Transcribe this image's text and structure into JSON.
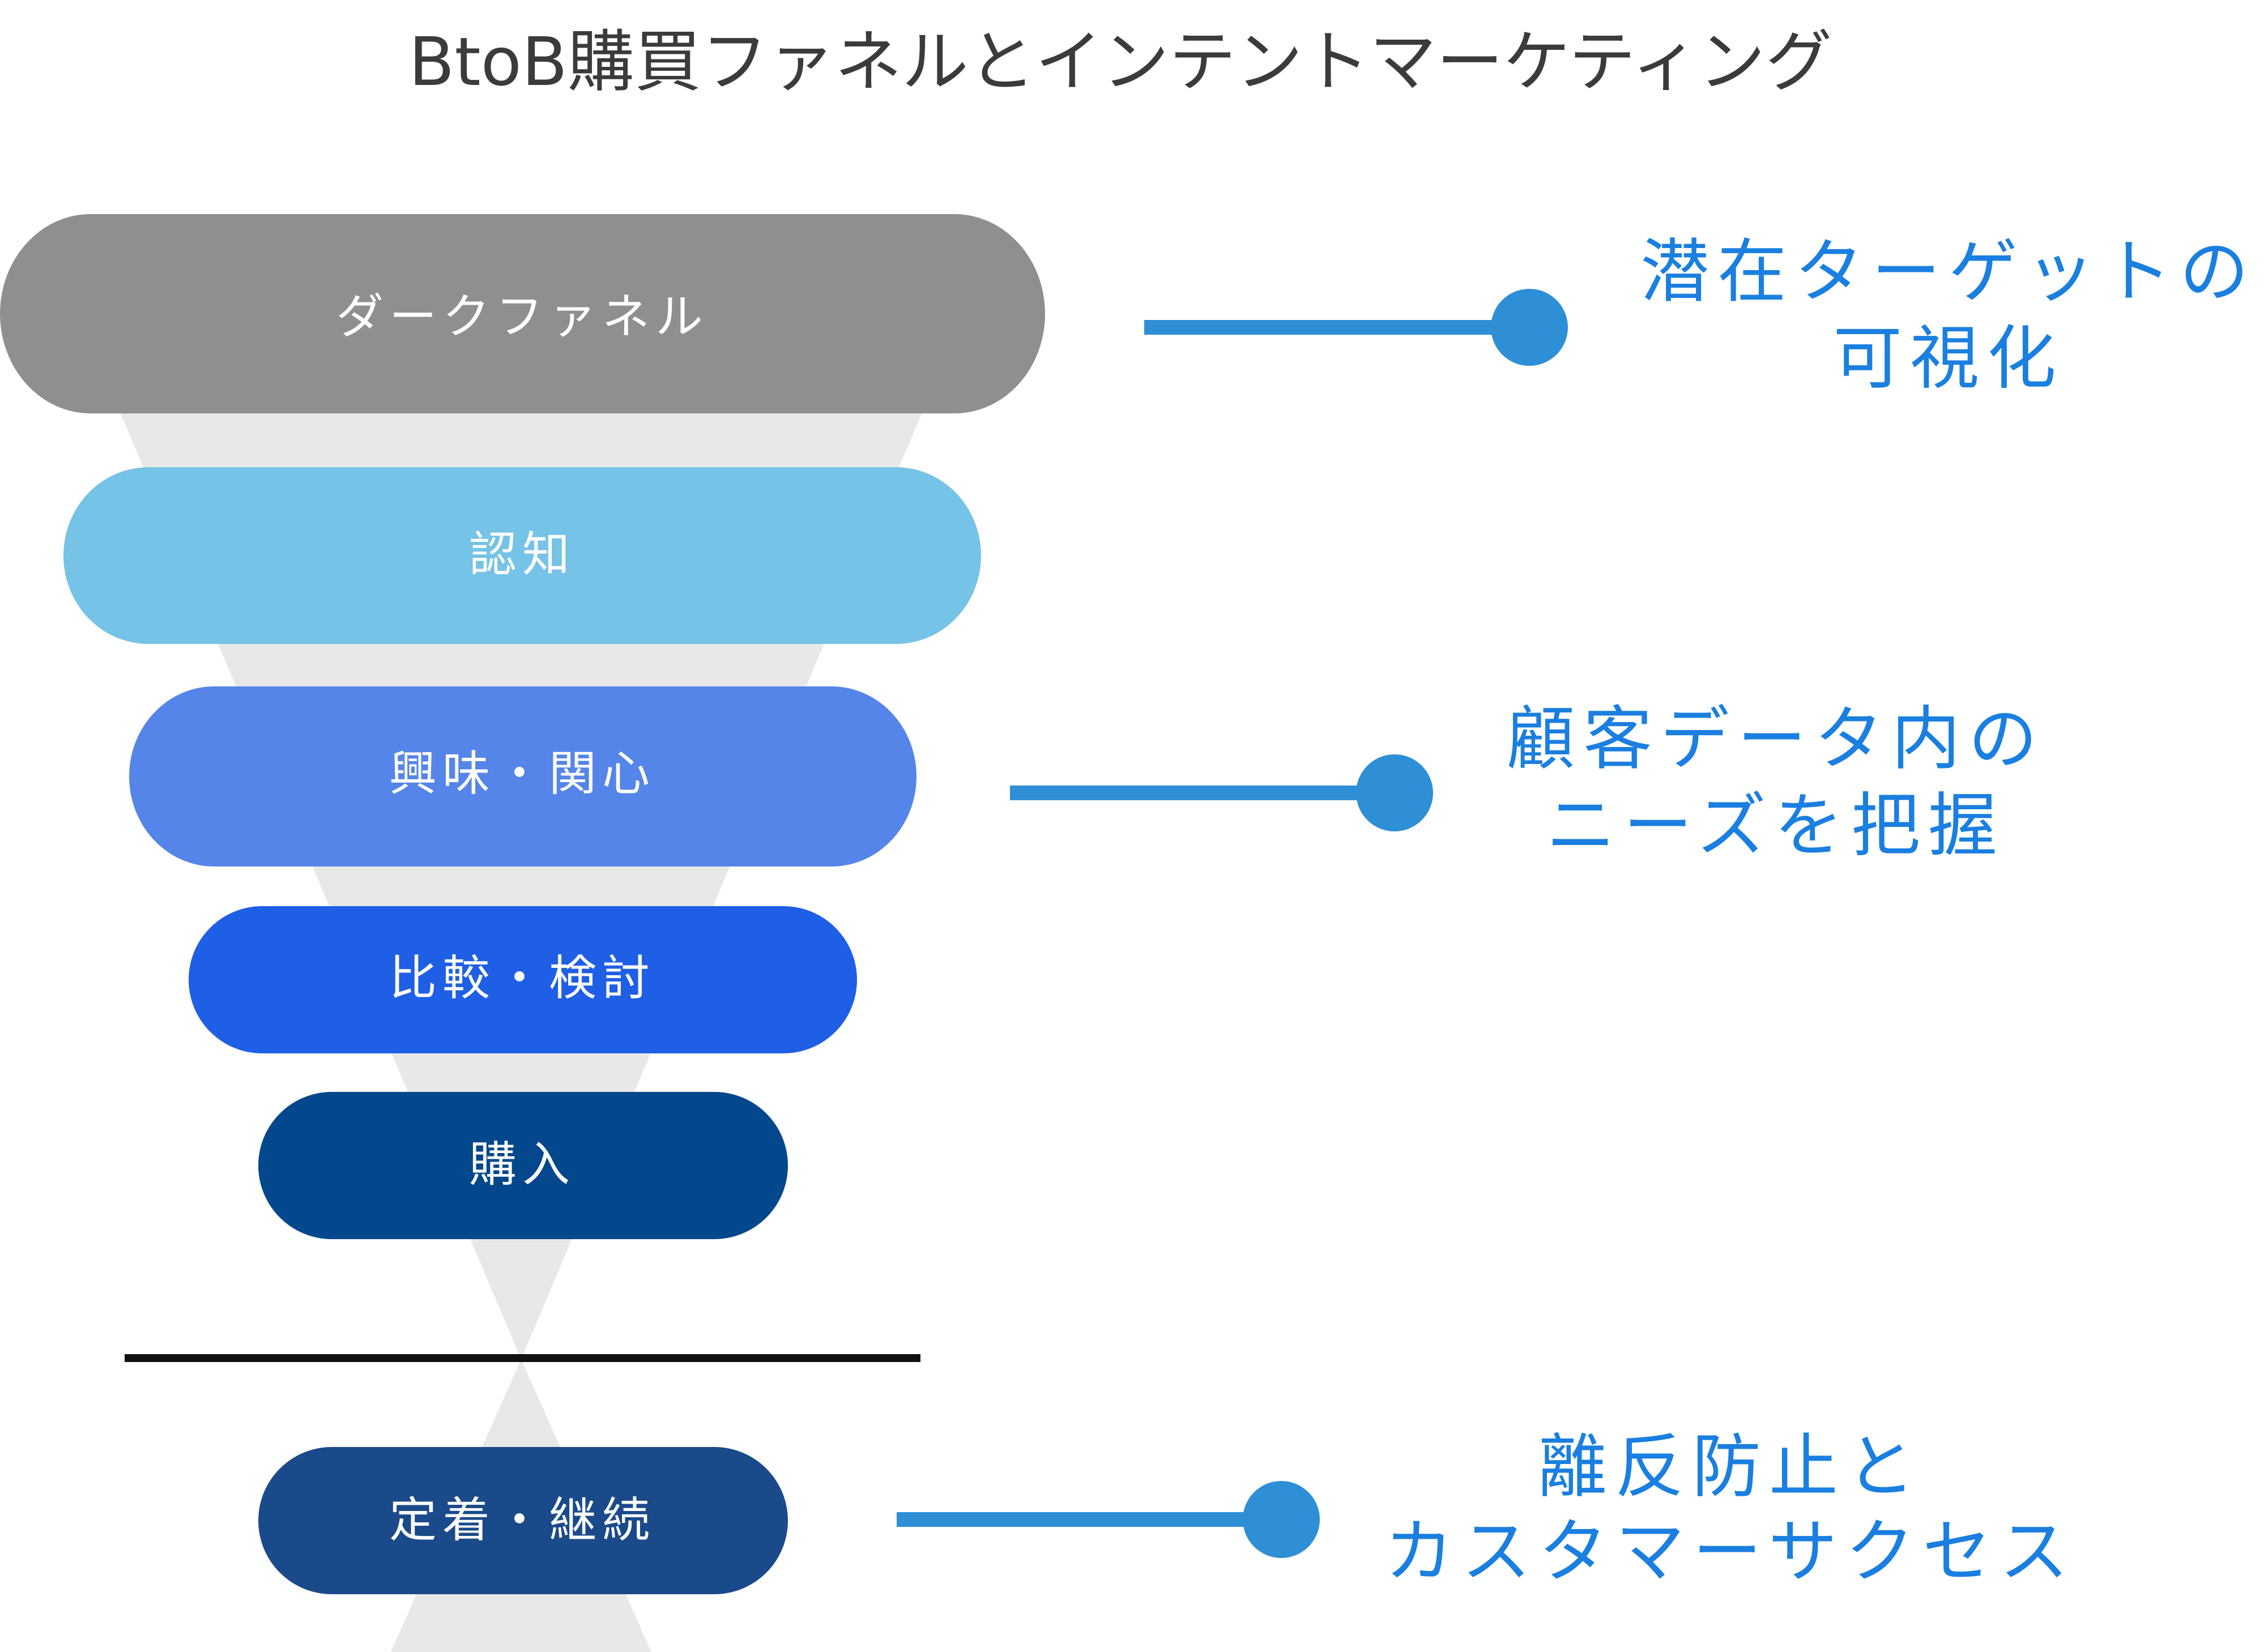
{
  "title": "BtoB購買ファネルとインテントマーケティング",
  "colors": {
    "background": "#ffffff",
    "title_text": "#3b3b3b",
    "funnel_shadow": "#e8e8e8",
    "divider": "#111111",
    "connector": "#2e8fd6",
    "callout_text": "#1a7fe0",
    "stage_text": "#ffffff"
  },
  "stages": [
    {
      "label": "ダークファネル",
      "color": "#8f8f8f"
    },
    {
      "label": "認知",
      "color": "#75c3e6"
    },
    {
      "label": "興味・関心",
      "color": "#5585e8"
    },
    {
      "label": "比較・検討",
      "color": "#1f5fe6"
    },
    {
      "label": "購入",
      "color": "#03478c"
    },
    {
      "label": "定着・継続",
      "color": "#1a4a8a"
    }
  ],
  "callouts": [
    {
      "lines": [
        "潜在ターゲットの",
        "可視化"
      ]
    },
    {
      "lines": [
        "顧客データ内の",
        "ニーズを把握"
      ]
    },
    {
      "lines": [
        "離反防止と",
        "カスタマーサクセス"
      ]
    }
  ]
}
